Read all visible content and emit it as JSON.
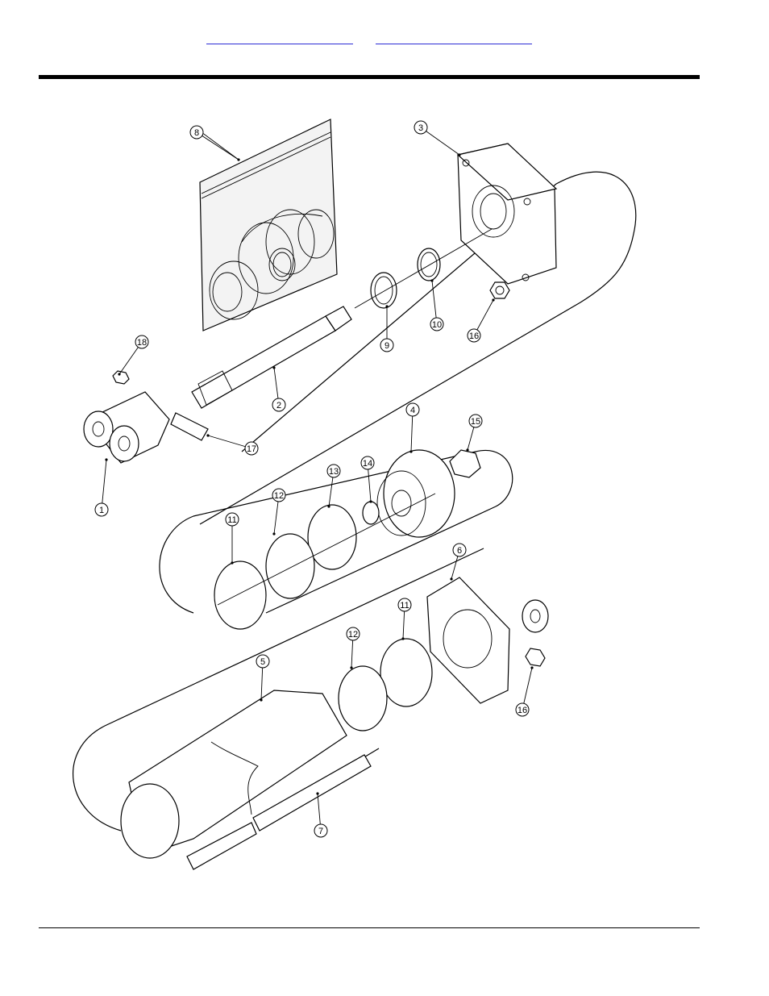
{
  "header": {
    "links": [
      {
        "label": ""
      },
      {
        "label": ""
      }
    ]
  },
  "diagram": {
    "callouts": [
      {
        "id": "c1",
        "label": "1"
      },
      {
        "id": "c2",
        "label": "2"
      },
      {
        "id": "c3",
        "label": "3"
      },
      {
        "id": "c4",
        "label": "4"
      },
      {
        "id": "c5",
        "label": "5"
      },
      {
        "id": "c6",
        "label": "6"
      },
      {
        "id": "c7",
        "label": "7"
      },
      {
        "id": "c8",
        "label": "8"
      },
      {
        "id": "c9",
        "label": "9"
      },
      {
        "id": "c10",
        "label": "10"
      },
      {
        "id": "c11a",
        "label": "11"
      },
      {
        "id": "c11b",
        "label": "11"
      },
      {
        "id": "c12a",
        "label": "12"
      },
      {
        "id": "c12b",
        "label": "12"
      },
      {
        "id": "c13",
        "label": "13"
      },
      {
        "id": "c14",
        "label": "14"
      },
      {
        "id": "c15",
        "label": "15"
      },
      {
        "id": "c16a",
        "label": "16"
      },
      {
        "id": "c16b",
        "label": "16"
      },
      {
        "id": "c17",
        "label": "17"
      },
      {
        "id": "c18",
        "label": "18"
      }
    ]
  }
}
